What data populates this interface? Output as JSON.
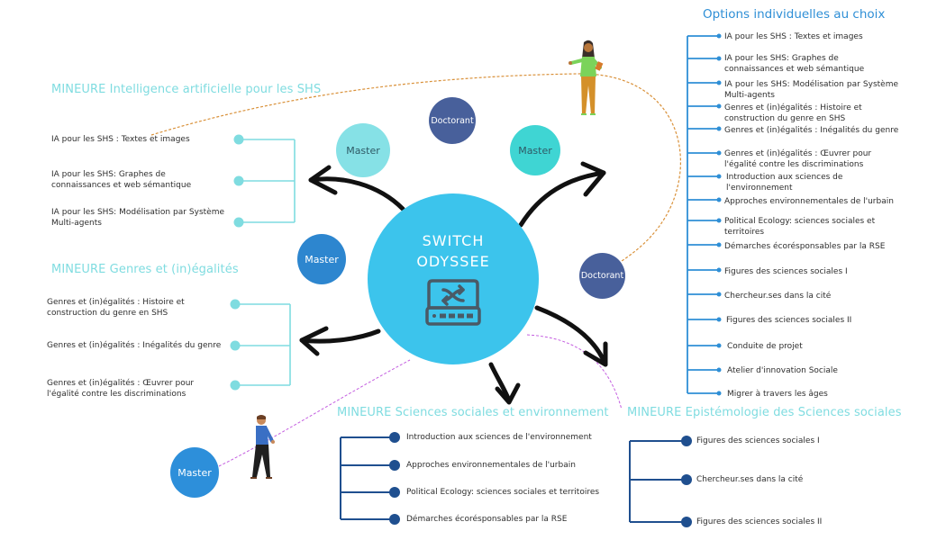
{
  "center": {
    "line1": "SWITCH",
    "line2": "ODYSSEE",
    "icon": "network-switch-icon",
    "color": "#3cc4ec"
  },
  "bubbles": [
    {
      "id": "master-top-left",
      "label": "Master",
      "color": "#86e1e6",
      "text_color": "#2f5a66"
    },
    {
      "id": "doctorant-top",
      "label": "Doctorant",
      "color": "#48609b",
      "text_color": "#ffffff"
    },
    {
      "id": "master-top-right",
      "label": "Master",
      "color": "#3fd5d3",
      "text_color": "#2f5a66"
    },
    {
      "id": "master-left",
      "label": "Master",
      "color": "#2d86cf",
      "text_color": "#ffffff"
    },
    {
      "id": "doctorant-right",
      "label": "Doctorant",
      "color": "#48609b",
      "text_color": "#ffffff"
    },
    {
      "id": "master-bottom-left",
      "label": "Master",
      "color": "#2d8fda",
      "text_color": "#ffffff"
    }
  ],
  "minors": {
    "ia": {
      "title": "MINEURE Intelligence artificielle pour les SHS",
      "items": [
        "IA pour les SHS : Textes et images",
        "IA pour les SHS: Graphes de connaissances et web sémantique",
        "IA pour les SHS: Modélisation par Système Multi-agents"
      ]
    },
    "genres": {
      "title": "MINEURE Genres et (in)égalités",
      "items": [
        "Genres et (in)égalités : Histoire et construction du genre en SHS",
        "Genres et (in)égalités : Inégalités du genre",
        "Genres et (in)égalités : Œuvrer pour l'égalité contre les discriminations"
      ]
    },
    "environnement": {
      "title": "MINEURE Sciences sociales et environnement",
      "items": [
        "Introduction aux sciences de l'environnement",
        "Approches environnementales de l'urbain",
        "Political Ecology: sciences sociales et territoires",
        "Démarches écorésponsables par la RSE"
      ]
    },
    "epistemologie": {
      "title": "MINEURE Epistémologie des Sciences sociales",
      "items": [
        "Figures des sciences sociales I",
        "Chercheur.ses dans la cité",
        "Figures des sciences sociales II"
      ]
    }
  },
  "options": {
    "title": "Options individuelles au choix",
    "items": [
      "IA pour les SHS : Textes et images",
      "IA pour les SHS: Graphes de connaissances et web sémantique",
      "IA pour les SHS: Modélisation par Système Multi-agents",
      "Genres et (in)égalités : Histoire et construction du genre en SHS",
      "Genres et (in)égalités : Inégalités du genre",
      "Genres et (in)égalités : Œuvrer pour l'égalité contre les discriminations",
      "Introduction aux sciences de l'environnement",
      "Approches environnementales de l'urbain",
      "Political Ecology: sciences sociales et territoires",
      "Démarches écorésponsables par la RSE",
      "Figures des sciences sociales I",
      "Chercheur.ses dans la cité",
      "Figures des sciences sociales II",
      "Conduite de projet",
      "Atelier d'innovation Sociale",
      "Migrer à travers les âges"
    ]
  },
  "colors": {
    "light_cyan": "#7fdce0",
    "options_blue": "#2f8fd6",
    "dark_blue": "#1f4f8f",
    "orange_dash": "#d9913a",
    "purple_dash": "#c45ee0"
  }
}
